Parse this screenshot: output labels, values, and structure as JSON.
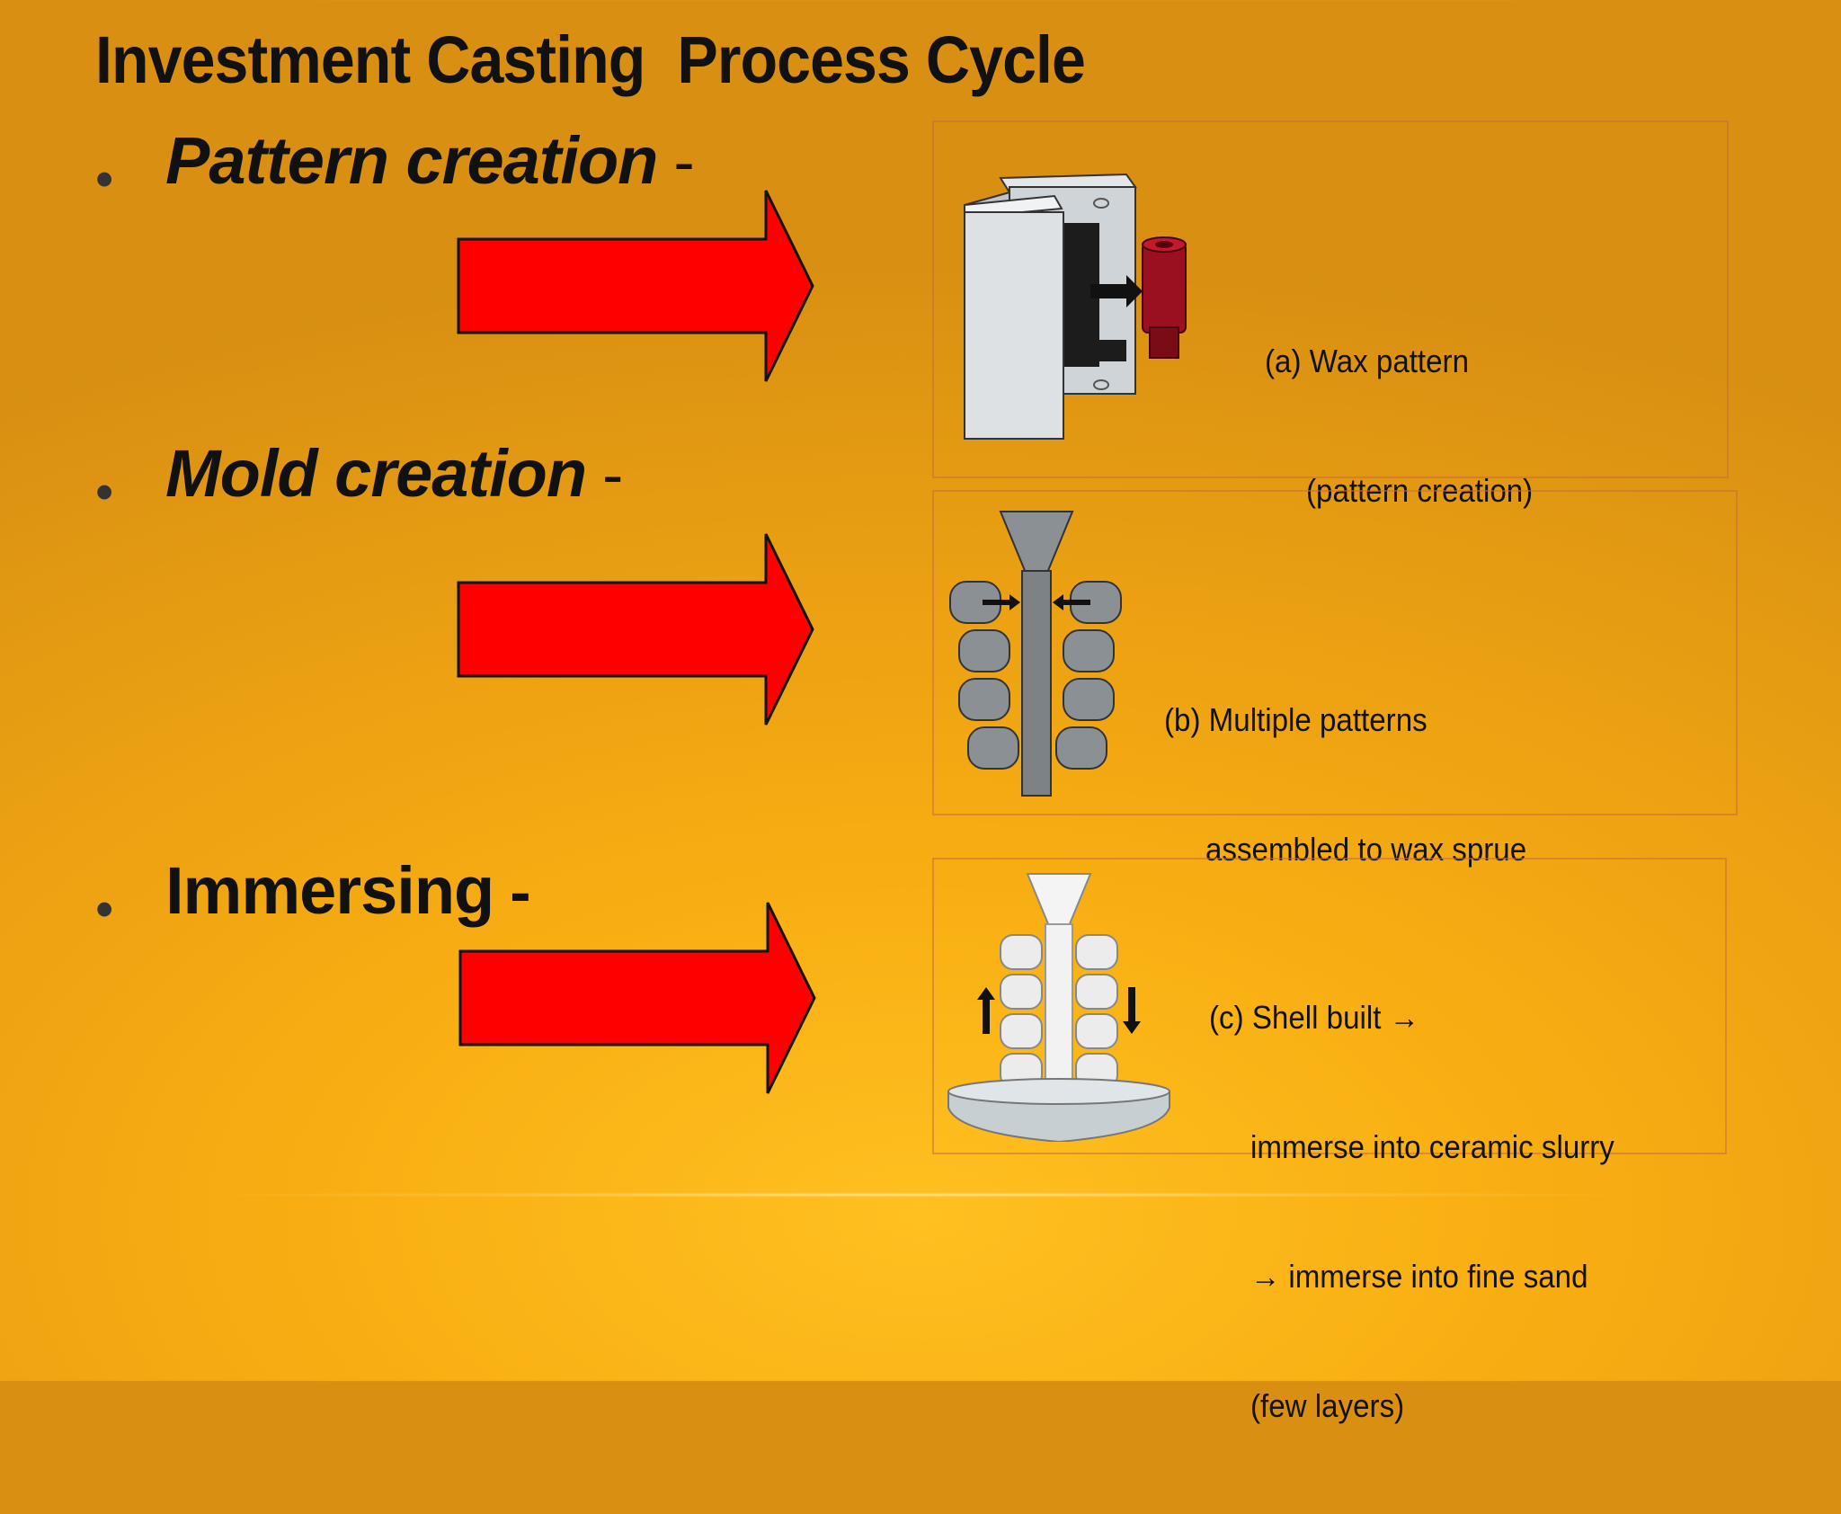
{
  "slide": {
    "title": "Investment Casting  Process Cycle"
  },
  "bullets": [
    {
      "marker": "•",
      "label": "Pattern creation",
      "dash": "-"
    },
    {
      "marker": "•",
      "label": "Mold creation",
      "dash": "-"
    },
    {
      "marker": "•",
      "label": "Immersing",
      "dash": "-"
    }
  ],
  "panels": [
    {
      "lines": [
        "(a) Wax pattern",
        "     (pattern creation)"
      ]
    },
    {
      "lines": [
        "(b) Multiple patterns",
        "     assembled to wax sprue"
      ]
    },
    {
      "lines": [
        "(c) Shell built →",
        "     immerse into ceramic slurry",
        "     → immerse into fine sand",
        "     (few layers)"
      ]
    }
  ],
  "icons": {
    "arrow": "right-arrow-icon",
    "panel_a": "wax-pattern-die-icon",
    "panel_b": "pattern-tree-icon",
    "panel_c": "shell-dipping-icon"
  },
  "colors": {
    "arrow_fill": "#ff0000",
    "background": "#f8ae12",
    "wax": "#9a1020"
  }
}
